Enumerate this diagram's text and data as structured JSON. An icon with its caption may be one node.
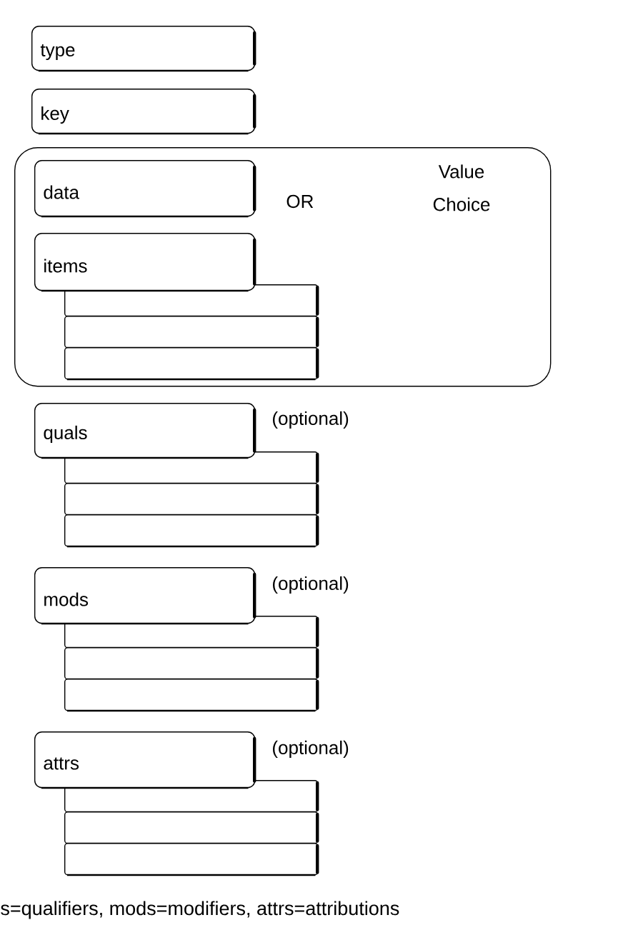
{
  "diagram": {
    "caption": "s=qualifiers, mods=modifiers, attrs=attributions",
    "nodes": [
      {
        "text": [
          "type"
        ]
      },
      {
        "text": [
          "key"
        ]
      },
      {
        "text": [
          "Value Choice"
        ]
      },
      {
        "text": [
          "data"
        ],
        "in": 2
      },
      {
        "text": [
          "items"
        ],
        "in": 2
      },
      {
        "text": [],
        "shape": "box",
        "in": 2
      },
      {
        "text": [],
        "shape": "box",
        "in": 2
      },
      {
        "text": [],
        "shape": "box",
        "in": 2
      },
      {
        "text": [
          "quals"
        ],
        "beside": [
          "(optional)"
        ]
      },
      {
        "text": [],
        "shape": "box"
      },
      {
        "text": [],
        "shape": "box"
      },
      {
        "text": [],
        "shape": "box"
      },
      {
        "text": [
          "mods"
        ],
        "beside": [
          "(optional)"
        ]
      },
      {
        "text": [],
        "shape": "box"
      },
      {
        "text": [],
        "shape": "box"
      },
      {
        "text": [],
        "shape": "box"
      },
      {
        "text": [
          "attrs"
        ],
        "beside": [
          "(optional)"
        ]
      },
      {
        "text": [],
        "shape": "box"
      },
      {
        "text": [],
        "shape": "box"
      },
      {
        "text": [],
        "shape": "box"
      }
    ],
    "labels": [
      "OR"
    ]
  }
}
